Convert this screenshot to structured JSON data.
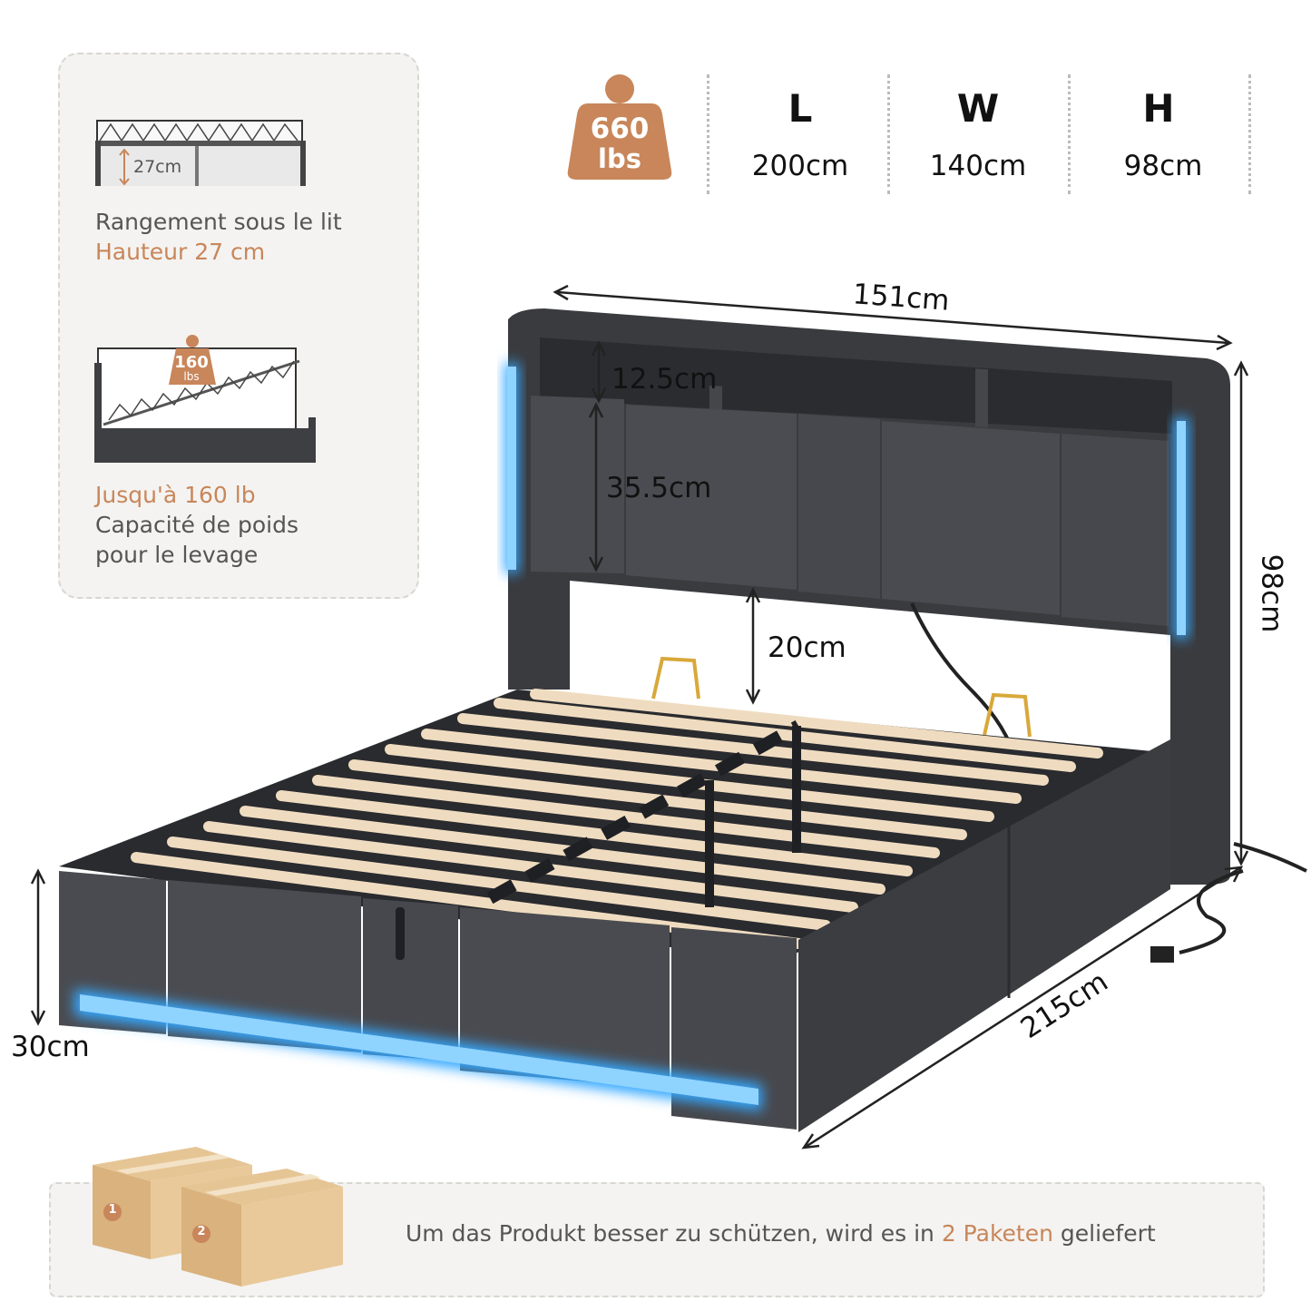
{
  "weight_badge": {
    "value": "660",
    "unit": "lbs",
    "color": "#c8865a"
  },
  "specs": [
    {
      "letter": "L",
      "value": "200cm"
    },
    {
      "letter": "W",
      "value": "140cm"
    },
    {
      "letter": "H",
      "value": "98cm"
    }
  ],
  "storage_panel": {
    "diagram_label": "27cm",
    "line1": "Rangement sous le lit",
    "line2": "Hauteur 27 cm"
  },
  "lift_panel": {
    "badge_value": "160",
    "badge_unit": "lbs",
    "line1": "Jusqu'à 160 lb",
    "line2": "Capacité de poids",
    "line3": "pour le levage"
  },
  "dimensions": {
    "top_width": "151cm",
    "shelf_height": "12.5cm",
    "headboard_panel": "35.5cm",
    "gap_height": "20cm",
    "total_height": "98cm",
    "side_height": "30cm",
    "length": "215cm"
  },
  "package_note": {
    "before": "Um das Produkt besser zu schützen, wird es in ",
    "highlight": "2 Paketen",
    "after": " geliefert",
    "box1": "1",
    "box2": "2"
  },
  "colors": {
    "accent": "#c8865a",
    "fabric": "#3e3f43",
    "led": "#35a8ff",
    "slat": "#efdcc0"
  }
}
